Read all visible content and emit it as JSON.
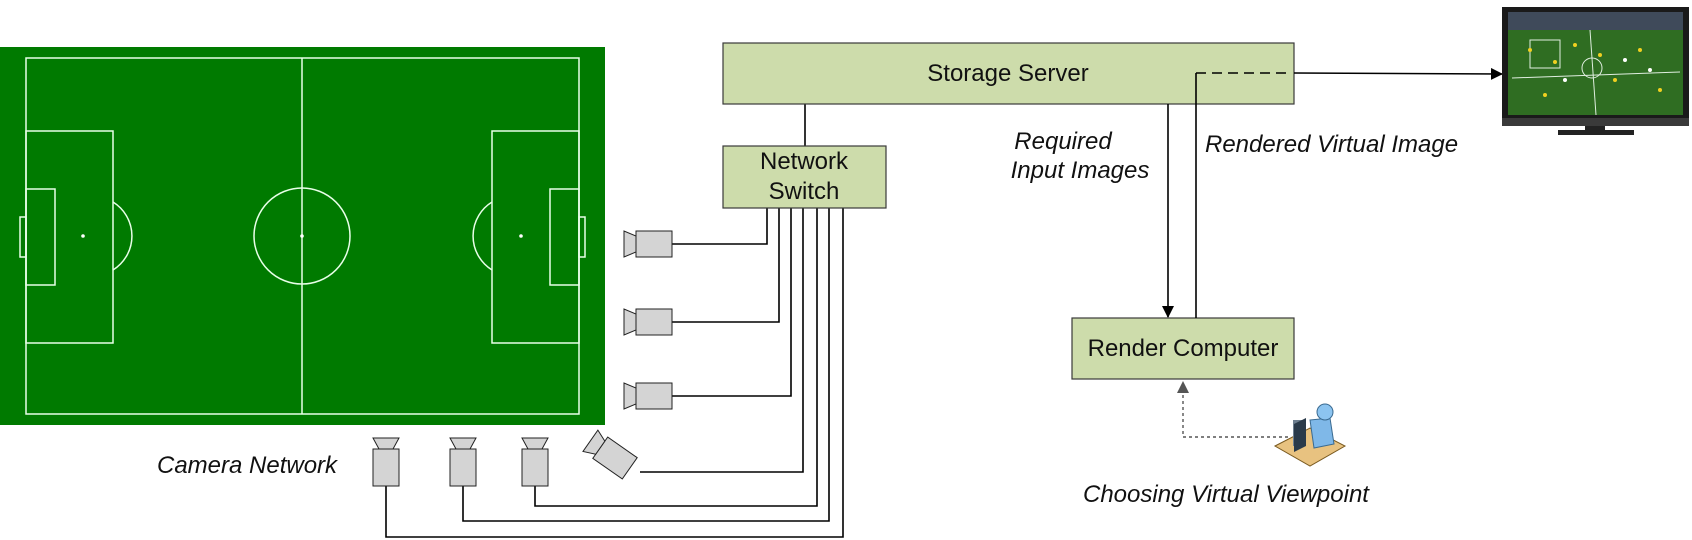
{
  "nodes": {
    "storage_server": "Storage Server",
    "network_switch_line1": "Network",
    "network_switch_line2": "Switch",
    "render_computer": "Render Computer"
  },
  "labels": {
    "required_line1": "Required",
    "required_line2": "Input Images",
    "rendered": "Rendered Virtual Image",
    "camera_network": "Camera Network",
    "choosing": "Choosing Virtual Viewpoint"
  },
  "colors": {
    "pitch": "#007a00",
    "box_fill": "#cddcab",
    "box_stroke": "#3a3a3a",
    "camera": "#d4d4d4"
  },
  "icons": {
    "camera": "video-camera-icon",
    "tv": "television-icon",
    "user": "user-at-computer-icon"
  }
}
